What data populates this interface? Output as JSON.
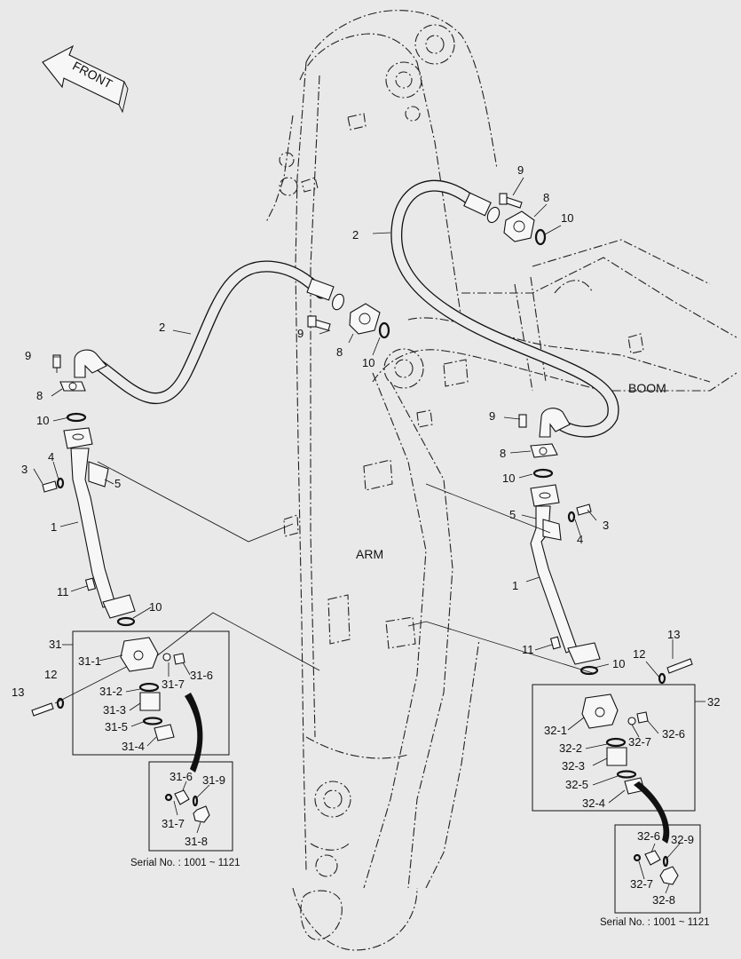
{
  "direction_label": "FRONT",
  "region_labels": {
    "boom": "BOOM",
    "arm": "ARM"
  },
  "parts_left": {
    "hose": "2",
    "bolt_flange": "9",
    "flange": "8",
    "oring": "10",
    "pipe": "1",
    "bolt_clamp": "3",
    "washer": "4",
    "clamp": "5",
    "bolt_pipe": "11"
  },
  "parts_top": {
    "hose": "2",
    "bolt": "9",
    "flange": "8",
    "oring": "10"
  },
  "parts_mid": {
    "hose": "2",
    "bolt": "9",
    "flange": "8",
    "oring": "10"
  },
  "parts_right": {
    "bolt_flange": "9",
    "flange": "8",
    "oring_a": "10",
    "clamp": "5",
    "washer": "4",
    "bolt_clamp": "3",
    "pipe": "1",
    "bolt_pipe": "11",
    "oring_b": "10",
    "bolt_long": "13",
    "washer_b": "12"
  },
  "left_assembly": {
    "group": "31",
    "parts": [
      "31-1",
      "31-7",
      "31-6",
      "31-2",
      "31-3",
      "31-5",
      "31-4"
    ],
    "bolt_long": "13",
    "washer": "12",
    "oring": "10"
  },
  "right_assembly": {
    "group": "32",
    "parts": [
      "32-1",
      "32-7",
      "32-6",
      "32-2",
      "32-3",
      "32-5",
      "32-4"
    ]
  },
  "detail_left": {
    "labels": [
      "31-6",
      "31-9",
      "31-7",
      "31-8"
    ],
    "serial": "Serial No. : 1001 ~ 1121"
  },
  "detail_right": {
    "labels": [
      "32-6",
      "32-9",
      "32-7",
      "32-8"
    ],
    "serial": "Serial No. : 1001 ~ 1121"
  }
}
